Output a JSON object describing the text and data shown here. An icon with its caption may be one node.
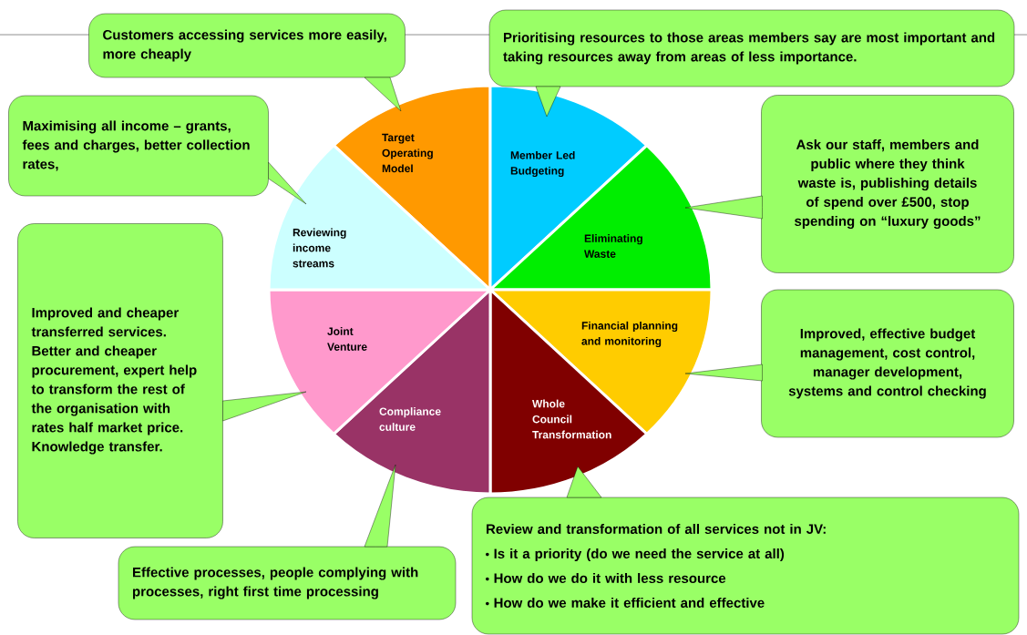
{
  "diagram": {
    "nodes": [
      {
        "text": [
          "Target Operating Model"
        ]
      },
      {
        "text": [
          "Member Led Budgeting"
        ]
      },
      {
        "text": [
          "Eliminating Waste"
        ]
      },
      {
        "text": [
          "Financial planning and monitoring"
        ]
      },
      {
        "text": [
          "Whole Council Transformation"
        ]
      },
      {
        "text": [
          "Compliance culture"
        ]
      },
      {
        "text": [
          "Joint Venture"
        ]
      },
      {
        "text": [
          "Reviewing income streams"
        ]
      },
      {
        "text": [
          "Customers accessing services more easily, more cheaply"
        ]
      },
      {
        "text": [
          "Prioritising resources to those areas members say are most important and taking resources away from areas of less importance."
        ]
      },
      {
        "text": [
          "Maximising all income – grants, fees and charges, better collection rates,"
        ]
      },
      {
        "text": [
          "Ask our staff, members and public where they think waste is, publishing details of spend over £500, stop spending on “luxury goods”"
        ]
      },
      {
        "text": [
          "Improved and cheaper transferred services. Better and cheaper procurement, expert help to transform the rest of the organisation with rates half market price. Knowledge transfer."
        ]
      },
      {
        "text": [
          "Improved, effective budget management, cost control, manager development, systems and control checking"
        ]
      },
      {
        "text": [
          "Effective processes, people complying with processes, right first time processing"
        ]
      },
      {
        "text": [
          "Review and transformation of all services not in JV:",
          "Is it a priority (do we need the service at all)",
          "How do we do it with less resource",
          "How do we make it efficient and effective"
        ]
      }
    ],
    "edges": [
      {
        "from": 8,
        "to": 0,
        "arrow": "none"
      },
      {
        "from": 9,
        "to": 1,
        "arrow": "none"
      },
      {
        "from": 10,
        "to": 7,
        "arrow": "none"
      },
      {
        "from": 11,
        "to": 2,
        "arrow": "none"
      },
      {
        "from": 12,
        "to": 6,
        "arrow": "none"
      },
      {
        "from": 13,
        "to": 3,
        "arrow": "none"
      },
      {
        "from": 14,
        "to": 5,
        "arrow": "none"
      },
      {
        "from": 15,
        "to": 4,
        "arrow": "none"
      }
    ]
  }
}
